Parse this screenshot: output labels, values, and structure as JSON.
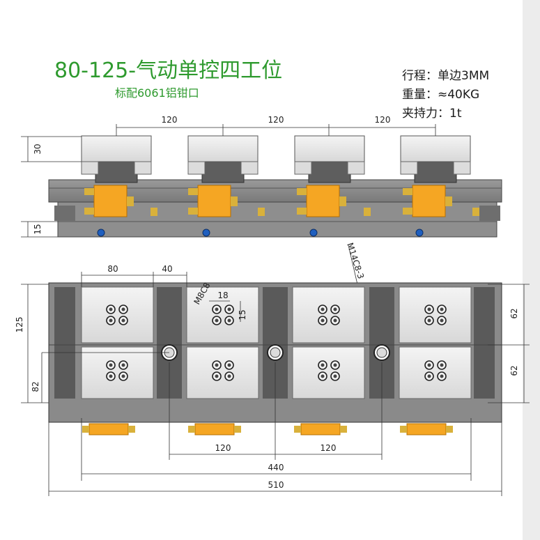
{
  "title": "80-125-气动单控四工位",
  "subtitle": "标配6061铝钳口",
  "specs": [
    {
      "text": "行程：单边3MM"
    },
    {
      "text": "重量：≈40KG"
    },
    {
      "text": "夹持力：1t"
    }
  ],
  "dims": {
    "top_pitch": [
      "120",
      "120",
      "120"
    ],
    "jaw_height": "30",
    "base_height": "15",
    "thread_callout": "M14C8-3",
    "jaw_width": "80",
    "gap_width": "40",
    "hole_callout": "M8C8",
    "hole_dx": "18",
    "hole_dy": "15",
    "right_upper": "62",
    "right_lower": "62",
    "left_total": "125",
    "left_lower": "82",
    "bottom_pitch": [
      "120",
      "120"
    ],
    "span_440": "440",
    "span_510": "510"
  },
  "colors": {
    "title_green": "#2e9a2e",
    "body_gray": "#8c8c8c",
    "dark_gray": "#5a5a5a",
    "jaw_light": "#e8e8e8",
    "valve_orange": "#f5a623",
    "fitting_brass": "#d9b13b",
    "screw_blue": "#1f5fbf"
  }
}
